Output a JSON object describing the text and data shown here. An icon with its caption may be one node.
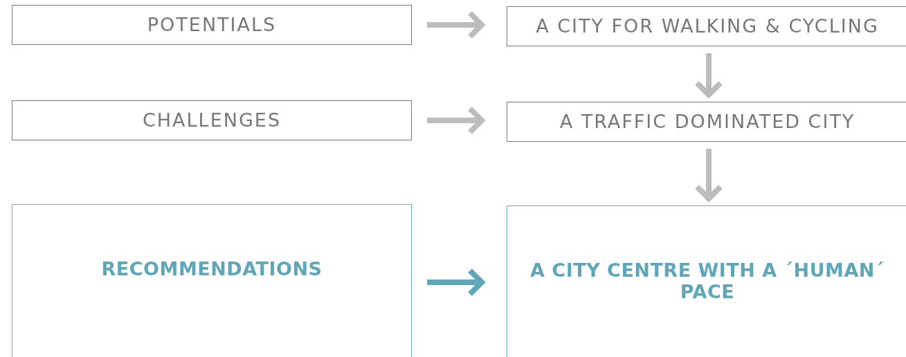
{
  "diagram": {
    "nodes": [
      {
        "text": [
          "POTENTIALS"
        ]
      },
      {
        "text": [
          "A CITY FOR WALKING & CYCLING"
        ]
      },
      {
        "text": [
          "CHALLENGES"
        ]
      },
      {
        "text": [
          "A TRAFFIC DOMINATED CITY"
        ]
      },
      {
        "text": [
          "RECOMMENDATIONS"
        ]
      },
      {
        "text": [
          "A CITY CENTRE WITH A ´HUMAN´ PACE"
        ]
      }
    ],
    "edges": [
      {
        "from": 0,
        "to": 1,
        "arrow": "to"
      },
      {
        "from": 1,
        "to": 3,
        "arrow": "to"
      },
      {
        "from": 2,
        "to": 3,
        "arrow": "to"
      },
      {
        "from": 3,
        "to": 5,
        "arrow": "to"
      },
      {
        "from": 4,
        "to": 5,
        "arrow": "to",
        "color": "#5fa7b8"
      }
    ]
  }
}
